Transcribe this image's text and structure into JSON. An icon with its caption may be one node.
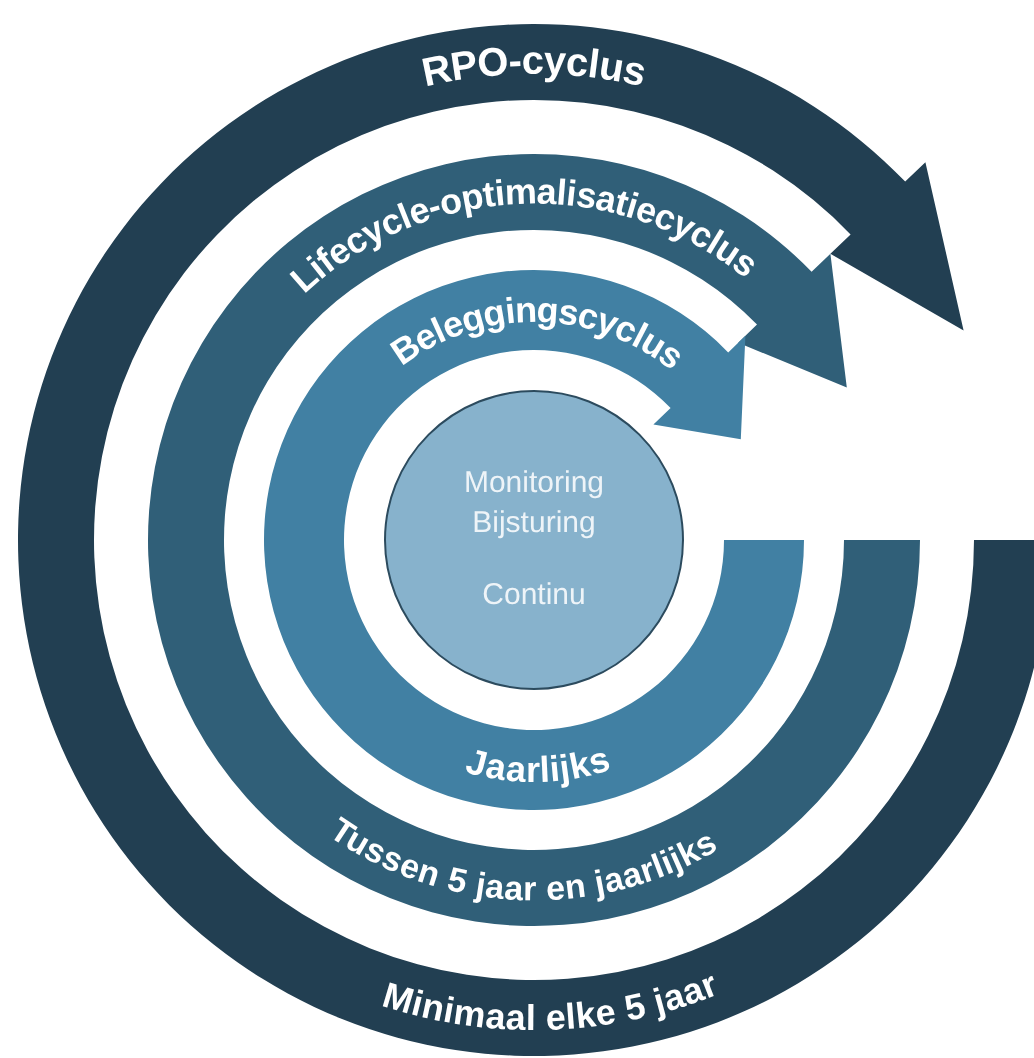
{
  "diagram": {
    "nodes": [
      {
        "text": [
          "RPO-cyclus",
          "Minimaal elke 5 jaar"
        ]
      },
      {
        "text": [
          "Lifecycle-optimalisatiecyclus",
          "Tussen 5 jaar en jaarlijks"
        ]
      },
      {
        "text": [
          "Beleggingscyclus",
          "Jaarlijks"
        ]
      },
      {
        "text": [
          "Monitoring Bijsturing",
          "Continu"
        ]
      }
    ]
  }
}
